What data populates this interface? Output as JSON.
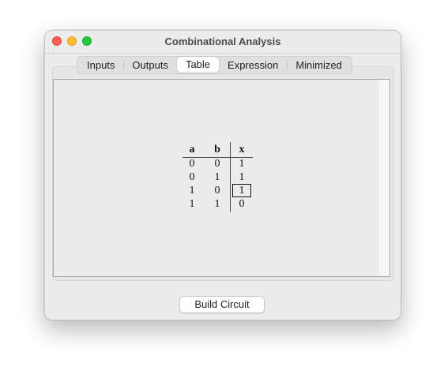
{
  "window": {
    "title": "Combinational Analysis"
  },
  "tabs": [
    {
      "label": "Inputs",
      "selected": false
    },
    {
      "label": "Outputs",
      "selected": false
    },
    {
      "label": "Table",
      "selected": true
    },
    {
      "label": "Expression",
      "selected": false
    },
    {
      "label": "Minimized",
      "selected": false
    }
  ],
  "truth_table": {
    "inputs": [
      "a",
      "b"
    ],
    "outputs": [
      "x"
    ],
    "rows": [
      {
        "a": "0",
        "b": "0",
        "x": "1"
      },
      {
        "a": "0",
        "b": "1",
        "x": "1"
      },
      {
        "a": "1",
        "b": "0",
        "x": "1"
      },
      {
        "a": "1",
        "b": "1",
        "x": "0"
      }
    ],
    "selected_row": 2
  },
  "footer": {
    "build_label": "Build Circuit"
  },
  "colors": {
    "close": "#ff5f57",
    "minimize": "#febc2e",
    "zoom": "#28c840"
  }
}
